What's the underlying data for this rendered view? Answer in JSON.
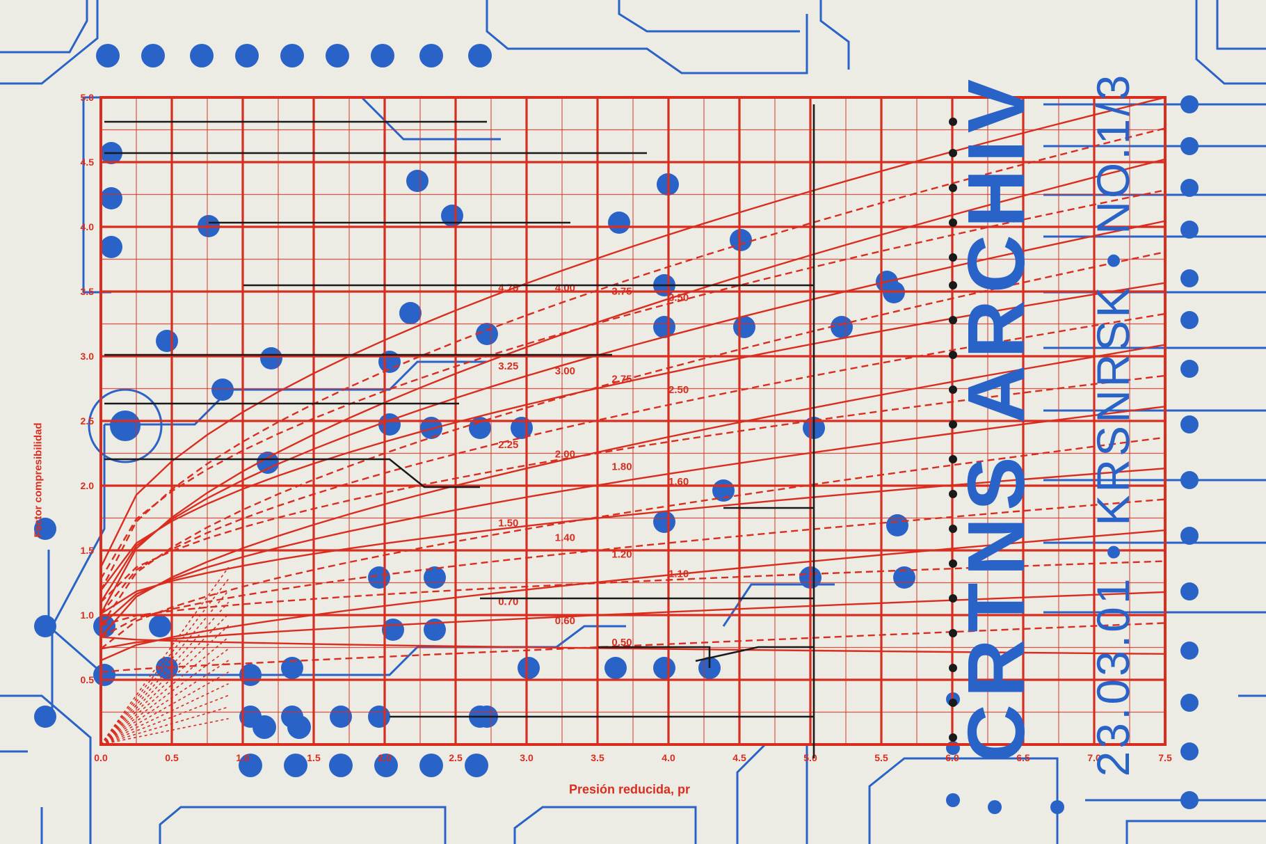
{
  "poster": {
    "title": "CRTNS ARCHIV",
    "subtitle": "23.03.01 • KRSNRSK • NO.1/3"
  },
  "chart_data": {
    "type": "line",
    "title": "",
    "xlabel": "Presión reducida, pr",
    "ylabel": "Factor compresibilidad",
    "xlim": [
      0,
      7.5
    ],
    "ylim": [
      0,
      5.0
    ],
    "x_ticks": [
      "0.0",
      "0.5",
      "1.0",
      "1.5",
      "2.0",
      "2.5",
      "3.0",
      "3.5",
      "4.0",
      "4.5",
      "5.0",
      "5.5",
      "6.0",
      "6.5",
      "7.0",
      "7.5"
    ],
    "y_ticks": [
      "0.5",
      "1.0",
      "1.5",
      "2.0",
      "2.5",
      "3.0",
      "3.5",
      "4.0",
      "4.5",
      "5.0"
    ],
    "curve_labels": [
      "4.75",
      "4.00",
      "3.75",
      "3.50",
      "3.25",
      "3.00",
      "2.75",
      "2.50",
      "2.25",
      "2.00",
      "1.80",
      "1.60",
      "1.50",
      "1.40",
      "1.20",
      "1.10",
      "0.70",
      "0.60",
      "0.50"
    ],
    "grid": true
  },
  "colors": {
    "paper": "#ecebe4",
    "trace_blue": "#2a63c7",
    "chart_red": "#d92d1f",
    "ink_black": "#1a1a1a"
  }
}
